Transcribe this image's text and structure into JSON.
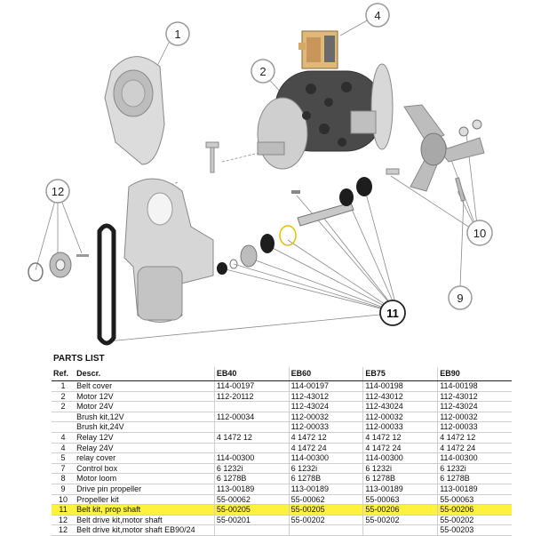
{
  "callouts": {
    "c1": "1",
    "c2": "2",
    "c4": "4",
    "c9": "9",
    "c10": "10",
    "c11": "11",
    "c12": "12"
  },
  "colors": {
    "highlight": "#fff23c",
    "part": "#d9d9d9",
    "part_dark": "#555555",
    "callout_border": "#9a9a9a"
  },
  "parts_list": {
    "title": "PARTS LIST",
    "headers": [
      "Ref.",
      "Descr.",
      "EB40",
      "EB60",
      "EB75",
      "EB90"
    ],
    "rows": [
      [
        "1",
        "Belt cover",
        "114-00197",
        "114-00197",
        "114-00198",
        "114-00198"
      ],
      [
        "2",
        "Motor 12V",
        "112-20112",
        "112-43012",
        "112-43012",
        "112-43012"
      ],
      [
        "2",
        "Motor 24V",
        "",
        "112-43024",
        "112-43024",
        "112-43024"
      ],
      [
        "",
        "Brush kit,12V",
        "112-00034",
        "112-00032",
        "112-00032",
        "112-00032"
      ],
      [
        "",
        "Brush kit,24V",
        "",
        "112-00033",
        "112-00033",
        "112-00033"
      ],
      [
        "4",
        "Relay 12V",
        "4 1472 12",
        "4 1472 12",
        "4 1472 12",
        "4 1472 12"
      ],
      [
        "4",
        "Relay 24V",
        "",
        "4 1472 24",
        "4 1472 24",
        "4 1472 24"
      ],
      [
        "5",
        "relay cover",
        "114-00300",
        "114-00300",
        "114-00300",
        "114-00300"
      ],
      [
        "7",
        "Control box",
        "6 1232i",
        "6 1232i",
        "6 1232i",
        "6 1232i"
      ],
      [
        "8",
        "Motor loom",
        "6 1278B",
        "6 1278B",
        "6 1278B",
        "6 1278B"
      ],
      [
        "9",
        "Drive pin propeller",
        "113-00189",
        "113-00189",
        "113-00189",
        "113-00189"
      ],
      [
        "10",
        "Propeller kit",
        "55-00062",
        "55-00062",
        "55-00063",
        "55-00063"
      ],
      [
        "11",
        "Belt kit, prop shaft",
        "55-00205",
        "55-00205",
        "55-00206",
        "55-00206"
      ],
      [
        "12",
        "Belt drive kit,motor shaft",
        "55-00201",
        "55-00202",
        "55-00202",
        "55-00202"
      ],
      [
        "12",
        "Belt drive kit,motor shaft EB90/24",
        "",
        "",
        "",
        "55-00203"
      ]
    ],
    "highlighted_row": 12
  }
}
